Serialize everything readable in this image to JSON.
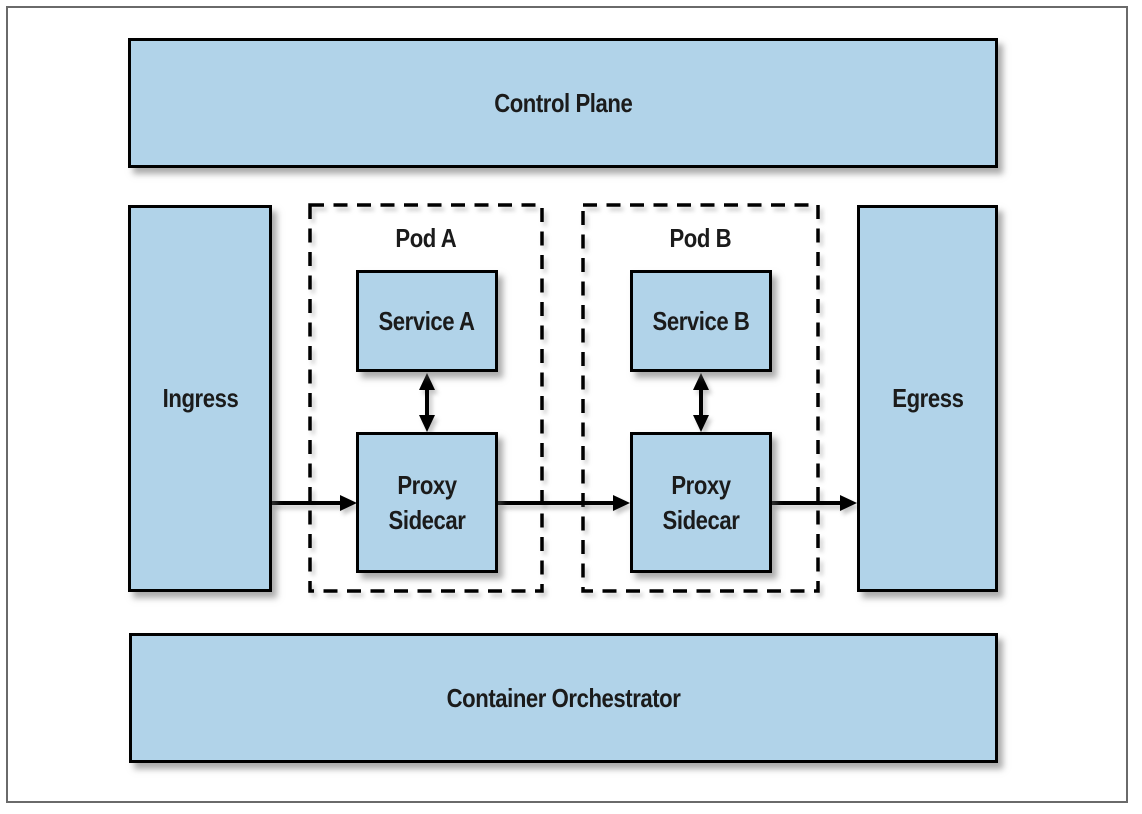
{
  "colors": {
    "node_fill": "#b1d3e9",
    "node_border": "#000000",
    "connector": "#000000",
    "frame_border": "#6a6a6a",
    "canvas_bg": "#ffffff",
    "text": "#1b1b1b"
  },
  "nodes": {
    "control_plane": {
      "label": "Control Plane"
    },
    "ingress": {
      "label": "Ingress"
    },
    "pod_a": {
      "label": "Pod A"
    },
    "service_a": {
      "label": "Service A"
    },
    "proxy_sidecar_a": {
      "label": "Proxy Sidecar"
    },
    "pod_b": {
      "label": "Pod B"
    },
    "service_b": {
      "label": "Service B"
    },
    "proxy_sidecar_b": {
      "label": "Proxy Sidecar"
    },
    "egress": {
      "label": "Egress"
    },
    "container_orchestrator": {
      "label": "Container Orchestrator"
    }
  },
  "groups": [
    {
      "group": "Pod A",
      "contains": [
        "Service A",
        "Proxy Sidecar"
      ]
    },
    {
      "group": "Pod B",
      "contains": [
        "Service B",
        "Proxy Sidecar"
      ]
    }
  ],
  "connections": [
    {
      "from": "Ingress",
      "to": "Proxy Sidecar (Pod A)",
      "direction": "one-way"
    },
    {
      "from": "Service A",
      "to": "Proxy Sidecar (Pod A)",
      "direction": "two-way"
    },
    {
      "from": "Proxy Sidecar (Pod A)",
      "to": "Proxy Sidecar (Pod B)",
      "direction": "one-way"
    },
    {
      "from": "Service B",
      "to": "Proxy Sidecar (Pod B)",
      "direction": "two-way"
    },
    {
      "from": "Proxy Sidecar (Pod B)",
      "to": "Egress",
      "direction": "one-way"
    }
  ]
}
